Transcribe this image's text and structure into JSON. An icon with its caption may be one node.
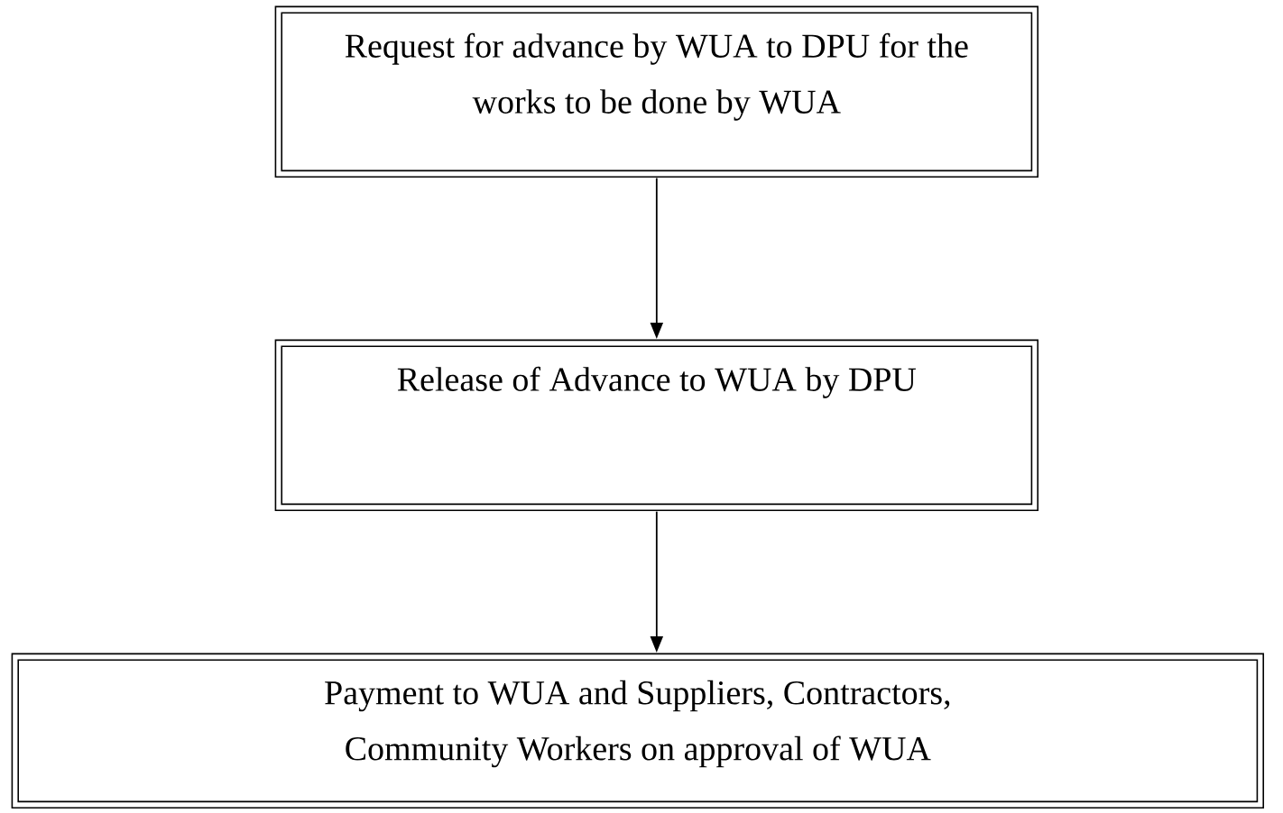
{
  "diagram": {
    "nodes": [
      {
        "text": [
          "Request for advance by WUA to DPU for the works to be done by WUA"
        ]
      },
      {
        "text": [
          "Release of Advance to WUA by DPU"
        ]
      },
      {
        "text": [
          "Payment to WUA and Suppliers, Contractors, Community Workers on approval of WUA"
        ]
      }
    ],
    "edges": [
      {
        "from": 0,
        "to": 1,
        "arrow": "to"
      },
      {
        "from": 1,
        "to": 2,
        "arrow": "to"
      }
    ]
  }
}
